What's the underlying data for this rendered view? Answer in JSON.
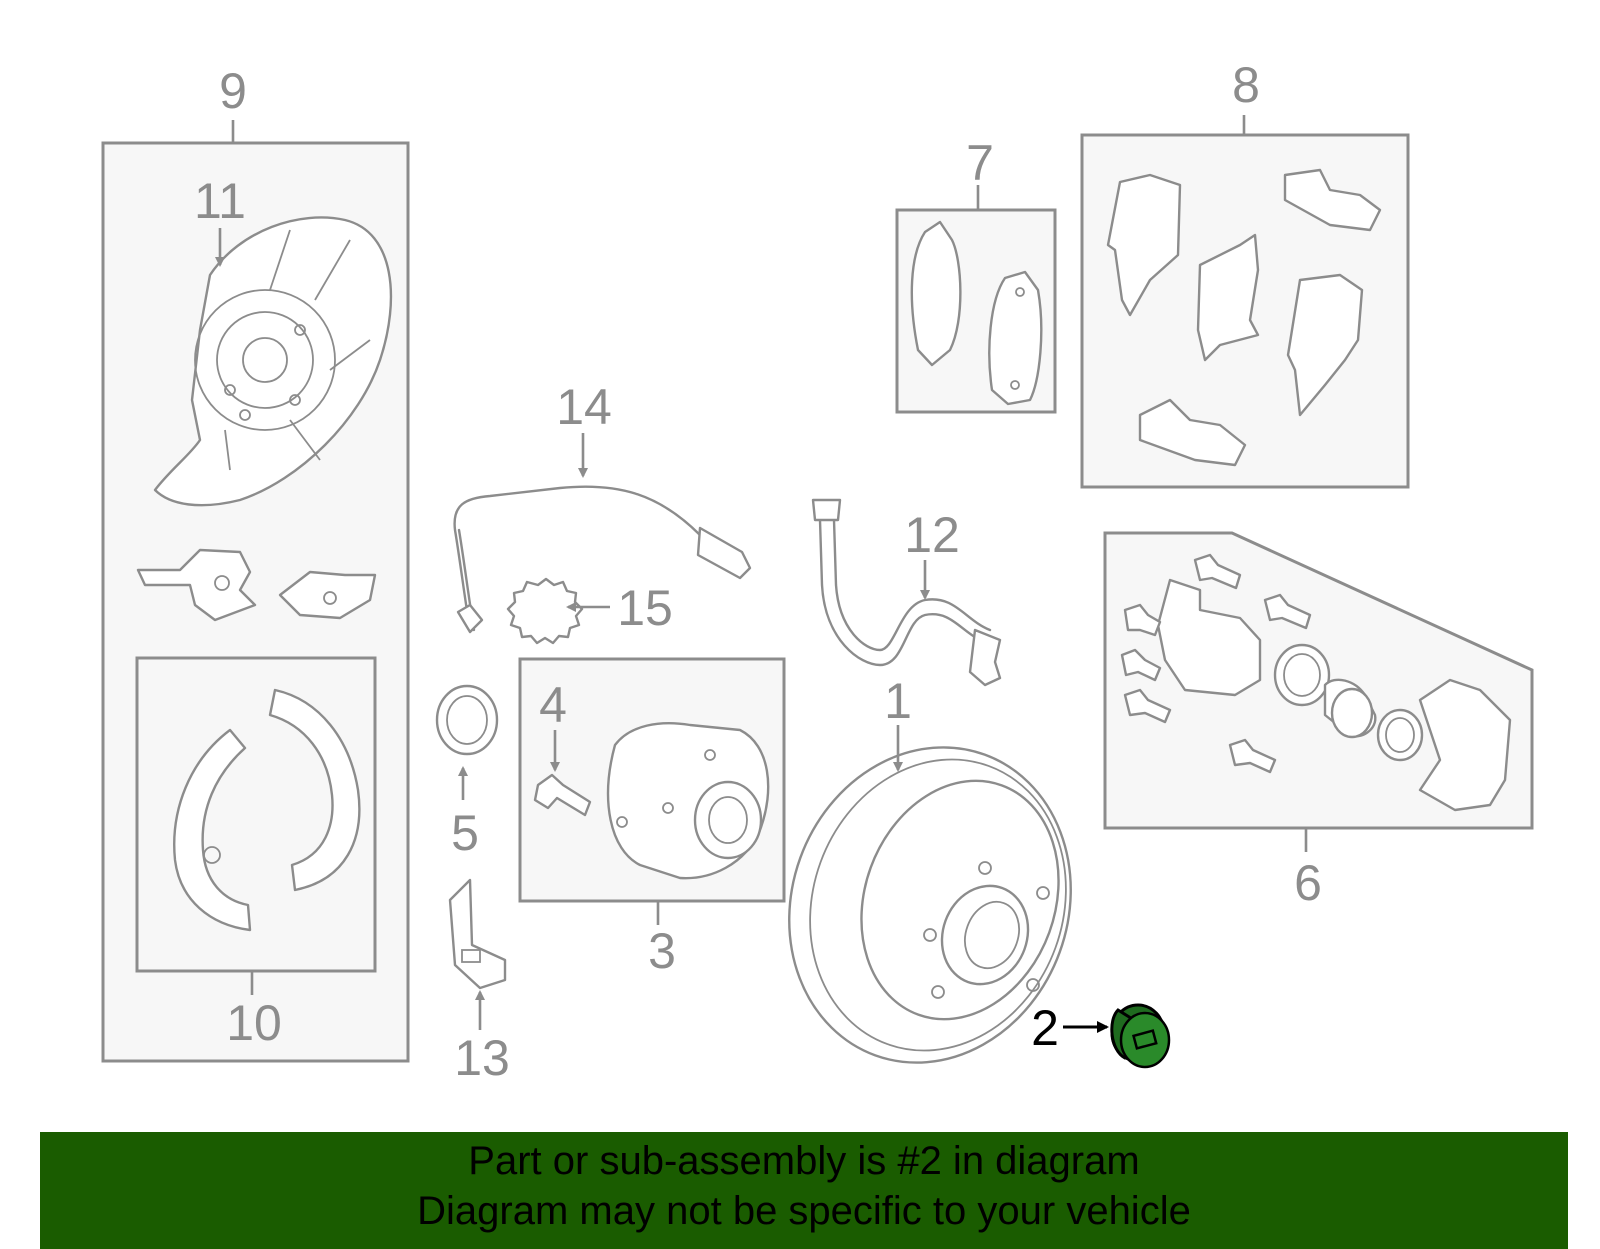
{
  "diagram": {
    "callouts": [
      "1",
      "2",
      "3",
      "4",
      "5",
      "6",
      "7",
      "8",
      "9",
      "10",
      "11",
      "12",
      "13",
      "14",
      "15"
    ],
    "highlighted_part": "2",
    "highlight_color": "#1f6b1f"
  },
  "banner": {
    "line1": "Part or sub-assembly is #2 in diagram",
    "line2": "Diagram may not be specific to your vehicle",
    "background": "#1a5c00"
  }
}
